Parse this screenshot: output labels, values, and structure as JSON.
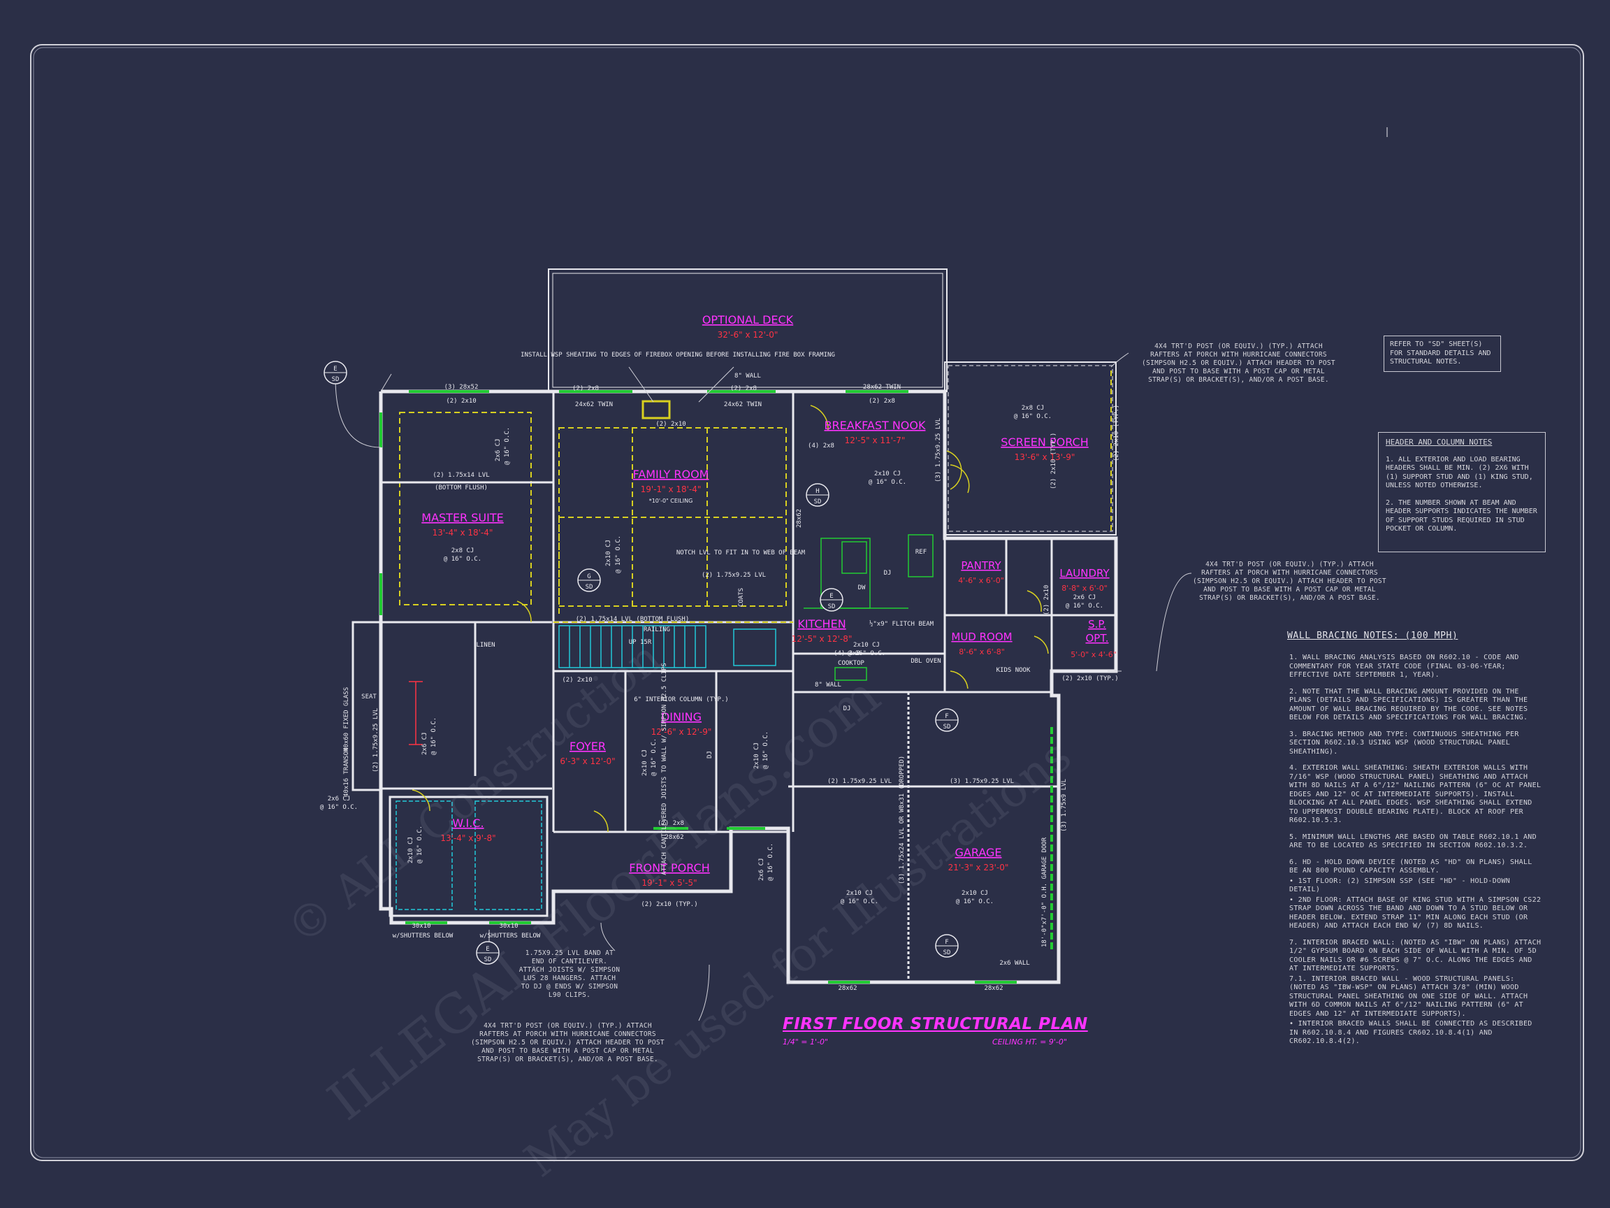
{
  "watermark": {
    "line1": "© ALL Construction",
    "line2": "ILLEGAL FloorPlans.com",
    "line3": "May be used for Illustrations"
  },
  "plan": {
    "title": "FIRST FLOOR STRUCTURAL PLAN",
    "scale": "1/4\" = 1'-0\"",
    "ceiling": "CEILING HT. = 9'-0\""
  },
  "rooms": [
    {
      "name": "OPTIONAL DECK",
      "dim": "32'-6\" x 12'-0\""
    },
    {
      "name": "BREAKFAST NOOK",
      "dim": "12'-5\" x 11'-7\""
    },
    {
      "name": "SCREEN PORCH",
      "dim": "13'-6\" x 13'-9\""
    },
    {
      "name": "FAMILY ROOM",
      "dim": "19'-1\" x 18'-4\"",
      "extra": "*10'-0\" CEILING"
    },
    {
      "name": "MASTER SUITE",
      "dim": "13'-4\" x 18'-4\""
    },
    {
      "name": "PANTRY",
      "dim": "4'-6\" x 6'-0\""
    },
    {
      "name": "LAUNDRY",
      "dim": "8'-8\" x 6'-0\""
    },
    {
      "name": "KITCHEN",
      "dim": "12'-5\" x 12'-8\""
    },
    {
      "name": "MUD ROOM",
      "dim": "8'-6\" x 6'-8\""
    },
    {
      "name": "S.P.",
      "dim": "5'-0\" x 4'-6\"",
      "extra": "OPT."
    },
    {
      "name": "DINING",
      "dim": "12'-6\" x 12'-9\""
    },
    {
      "name": "FOYER",
      "dim": "6'-3\" x 12'-0\""
    },
    {
      "name": "W.I.C.",
      "dim": "13'-4\" x 9'-8\""
    },
    {
      "name": "FRONT PORCH",
      "dim": "19'-1\" x 5'-5\""
    },
    {
      "name": "GARAGE",
      "dim": "21'-3\" x 23'-0\""
    }
  ],
  "callouts": {
    "firebox": "INSTALL WSP SHEATING TO EDGES OF FIREBOX OPENING BEFORE INSTALLING FIRE BOX FRAMING",
    "notch": "NOTCH LVL TO FIT IN TO WEB OF BEAM",
    "post_top": "4x4 TRT'D POST (OR EQUIV.) (TYP.) ATTACH RAFTERS AT PORCH WITH HURRICANE CONNECTORS (SIMPSON H2.5 OR EQUIV.) ATTACH HEADER TO POST AND POST TO BASE WITH A POST CAP OR METAL STRAP(S) OR BRACKET(S), AND/OR A POST BASE.",
    "post_mid": "4x4 TRT'D POST (OR EQUIV.) (TYP.) ATTACH RAFTERS AT PORCH WITH HURRICANE CONNECTORS (SIMPSON H2.5 OR EQUIV.) ATTACH HEADER TO POST AND POST TO BASE WITH A POST CAP OR METAL STRAP(S) OR BRACKET(S), AND/OR A POST BASE.",
    "post_bottom": "4x4 TRT'D POST (OR EQUIV.) (TYP.) ATTACH RAFTERS AT PORCH WITH HURRICANE CONNECTORS (SIMPSON H2.5 OR EQUIV.) ATTACH HEADER TO POST AND POST TO BASE WITH A POST CAP OR METAL STRAP(S) OR BRACKET(S), AND/OR A POST BASE.",
    "band": "1.75x9.25 LVL BAND AT END OF CANTILEVER. ATTACH JOISTS W/ SIMPSON LUS 28 HANGERS. ATTACH TO DJ @ ENDS W/ SIMPSON L90 CLIPS.",
    "attach_joists": "ATTACH CANTILEVERED JOISTS TO WALL W/ SIMPSON H2.5 CLIPS"
  },
  "structural_labels": {
    "lvl_master": "(2) 1.75x14 LVL",
    "bottom_flush": "(BOTTOM FLUSH)",
    "lvl_stair": "(2) 1.75x14 LVL (BOTTOM FLUSH)",
    "flitch": "½\"x9\" FLITCH BEAM",
    "garage_lvl": "(3) 1.75x9.25 LVL",
    "dining_lvl": "(2) 1.75x9.25 LVL",
    "garage_beam": "(3) 1.75x24 LVL OR W8x31 (DROPPED)",
    "garage_door": "18'-0\"x7'-0\" O.H. GARAGE DOOR",
    "cj_2x8": "2x8 CJ",
    "cj_2x10": "2x10 CJ",
    "cj_2x6": "2x6 CJ",
    "oc": "@ 16\" O.C.",
    "dj": "DJ",
    "wall8": "8\" WALL",
    "wall2x6": "2x6 WALL",
    "twin": "24x62 TWIN",
    "twin28": "28x62 TWIN",
    "h2x10": "(2) 2x10",
    "h2x8": "(2) 2x8",
    "h2x10typ": "(2) 2x10 (TYP.)",
    "h4x8": "(4) 2x8",
    "w2852": "(3) 28x52",
    "w2862": "28x62",
    "w3010": "30x10",
    "shutters": "w/SHUTTERS BELOW",
    "interior_col": "6\" INTERIOR COLUMN (TYP.)",
    "seat": "SEAT",
    "linen": "LINEN",
    "coats": "COATS",
    "railing": "RAILING",
    "up": "UP 15R",
    "ref": "REF",
    "dw": "DW",
    "cooktop": "COOKTOP",
    "dbl_oven": "DBL OVEN",
    "kids_nook": "KIDS NOOK",
    "fixed_glass": "40x60 FIXED GLASS",
    "transom": "40x16 TRANSOM",
    "lvl_master_vert": "(2) 1.75x9.25 LVL",
    "lvl_nook": "(3) 1.75x9.25 LVL",
    "lvl_garage_right": "(3) 1.75x9 LVL"
  },
  "sheet_ref_note": "REFER TO \"SD\" SHEET(S) FOR STANDARD DETAILS AND STRUCTURAL NOTES.",
  "header_notes": {
    "title": "HEADER AND COLUMN NOTES",
    "items": [
      "1. ALL EXTERIOR AND LOAD BEARING HEADERS SHALL BE MIN. (2) 2x6 WITH (1) SUPPORT STUD AND (1) KING STUD, UNLESS NOTED OTHERWISE.",
      "2. THE NUMBER SHOWN AT BEAM AND HEADER SUPPORTS INDICATES THE NUMBER OF SUPPORT STUDS REQUIRED IN STUD POCKET OR COLUMN."
    ]
  },
  "wall_bracing": {
    "title": "WALL BRACING NOTES: (100 MPH)",
    "items": [
      "1. WALL BRACING ANALYSIS BASED ON R602.10 - CODE AND COMMENTARY FOR YEAR STATE CODE (FINAL 03-06-YEAR; EFFECTIVE DATE SEPTEMBER 1, YEAR).",
      "2. NOTE THAT THE WALL BRACING AMOUNT PROVIDED ON THE PLANS (DETAILS AND SPECIFICATIONS) IS GREATER THAN THE AMOUNT OF WALL BRACING REQUIRED BY THE CODE. SEE NOTES BELOW FOR DETAILS AND SPECIFICATIONS FOR WALL BRACING.",
      "3. BRACING METHOD AND TYPE: CONTINUOUS SHEATHING PER SECTION R602.10.3 USING WSP (WOOD STRUCTURAL PANEL SHEATHING).",
      "4. EXTERIOR WALL SHEATHING: SHEATH EXTERIOR WALLS WITH 7/16\" WSP (WOOD STRUCTURAL PANEL) SHEATHING AND ATTACH WITH 8d NAILS AT A 6\"/12\" NAILING PATTERN (6\" OC AT PANEL EDGES AND 12\" OC AT INTERMEDIATE SUPPORTS). INSTALL BLOCKING AT ALL PANEL EDGES. WSP SHEATHING SHALL EXTEND TO UPPERMOST DOUBLE BEARING PLATE). BLOCK AT ROOF PER R602.10.5.3.",
      "5. MINIMUM WALL LENGTHS ARE BASED ON TABLE R602.10.1 AND ARE TO BE LOCATED AS SPECIFIED IN SECTION R602.10.3.2.",
      "6. HD - HOLD DOWN DEVICE (NOTED AS \"HD\" ON PLANS) SHALL BE AN 800 POUND CAPACITY ASSEMBLY.",
      "• 1ST FLOOR: (2) SIMPSON SSP (SEE \"HD\" - HOLD-DOWN DETAIL)",
      "• 2ND FLOOR: ATTACH BASE OF KING STUD WITH A SIMPSON CS22 STRAP DOWN ACROSS THE BAND AND DOWN TO A STUD BELOW OR HEADER BELOW. EXTEND STRAP 11\" MIN ALONG EACH STUD (OR HEADER) AND ATTACH EACH END W/ (7) 8d NAILS.",
      "7. INTERIOR BRACED WALL: (NOTED AS \"IBW\" ON PLANS) ATTACH 1/2\" GYPSUM BOARD ON EACH SIDE OF WALL WITH A MIN. OF 5d COOLER NAILS OR #6 SCREWS @ 7\" O.C. ALONG THE EDGES AND AT INTERMEDIATE SUPPORTS.",
      "7.1. INTERIOR BRACED WALL - WOOD STRUCTURAL PANELS: (NOTED AS \"IBW-WSP\" ON PLANS) ATTACH 3/8\" (MIN) WOOD STRUCTURAL PANEL SHEATHING ON ONE SIDE OF WALL. ATTACH WITH 6d COMMON NAILS AT 6\"/12\" NAILING PATTERN (6\" AT EDGES AND 12\" AT INTERMEDIATE SUPPORTS).",
      "• INTERIOR BRACED WALLS SHALL BE CONNECTED AS DESCRIBED IN R602.10.8.4 AND FIGURES CR602.10.8.4(1) AND CR602.10.8.4(2)."
    ]
  },
  "detail_tags": [
    {
      "letter": "E",
      "sheet": "SD"
    },
    {
      "letter": "G",
      "sheet": "SD"
    },
    {
      "letter": "H",
      "sheet": "SD"
    },
    {
      "letter": "E",
      "sheet": "SD"
    },
    {
      "letter": "F",
      "sheet": "SD"
    },
    {
      "letter": "F",
      "sheet": "SD"
    },
    {
      "letter": "E",
      "sheet": "SD"
    }
  ],
  "colors": {
    "background": "#2b2f47",
    "wall": "#e8e8ee",
    "room_label": "#ff33ff",
    "dimension": "#ff3344",
    "beam_dash": "#d8d020",
    "window": "#22cc33",
    "stair": "#22c8d8",
    "note_text": "#d6d6dc"
  }
}
